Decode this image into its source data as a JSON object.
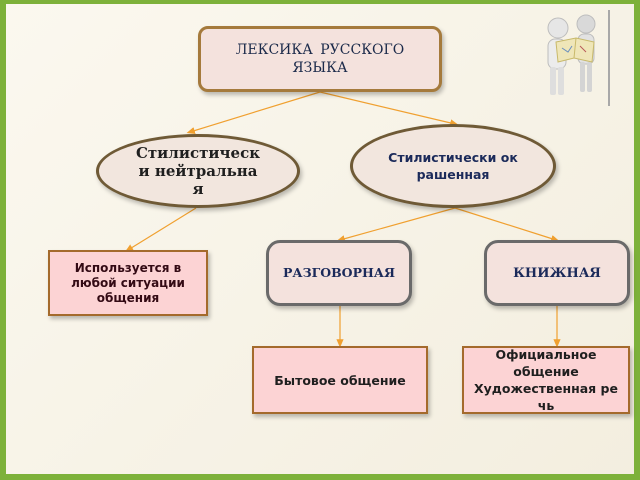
{
  "diagram": {
    "root": "ЛЕКСИКА  РУССКОГО ЯЗЫКА",
    "neutral": "Стилистически нейтральная",
    "colored": "Стилистически окрашенная",
    "uses": "Используется в любой ситуации общения",
    "conversational": "РАЗГОВОРНАЯ",
    "bookish": "КНИЖНАЯ",
    "daily": "Бытовое общение",
    "official_line1": "Официальное общение",
    "official_line2": "Художественная речь"
  },
  "colors": {
    "connector": "#f0a030",
    "border": "#7db13a"
  },
  "icons": {
    "decoration": "people-reading-map-figures"
  }
}
